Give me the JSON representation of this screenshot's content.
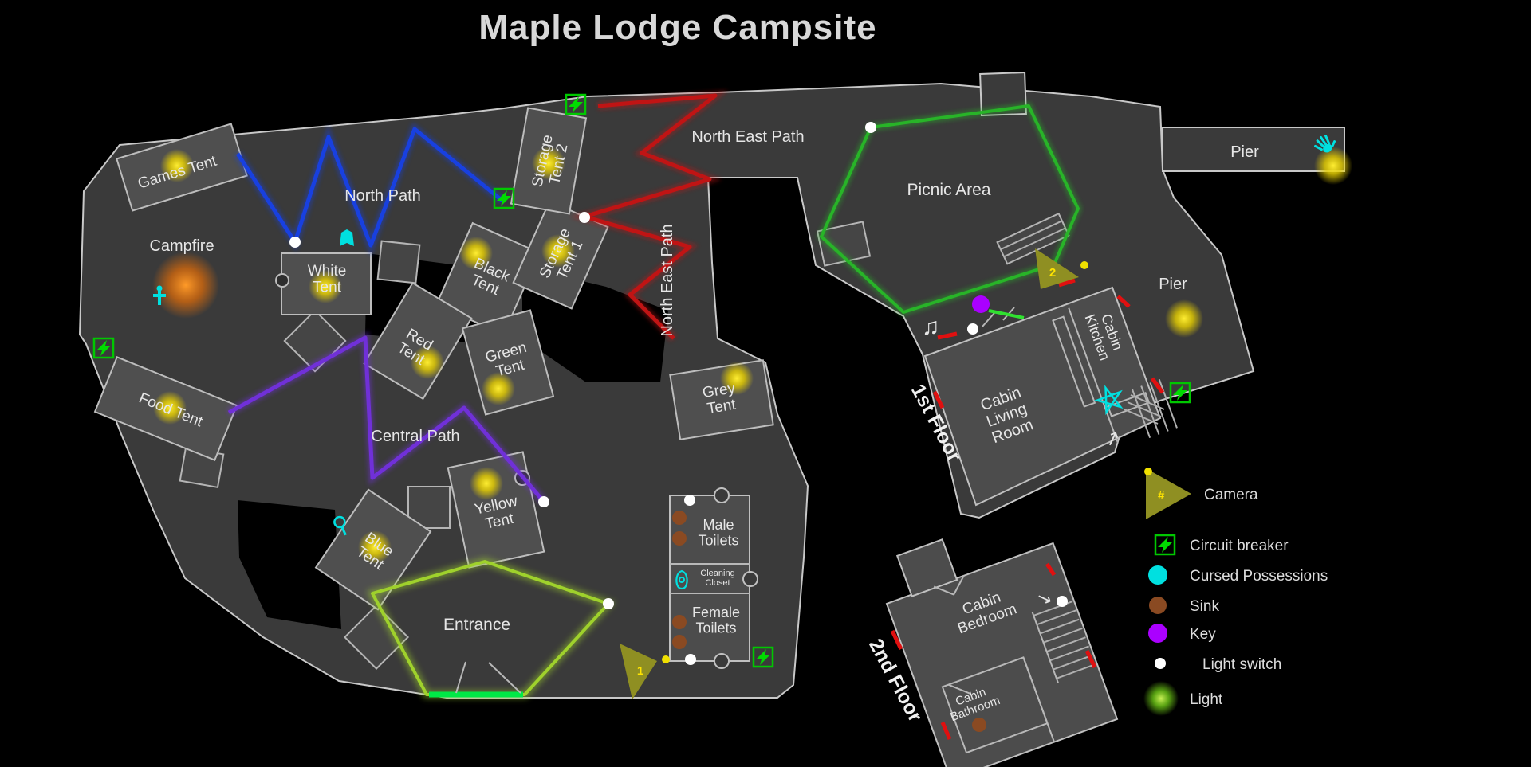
{
  "title": "Maple Lodge Campsite",
  "labels": {
    "games_tent": "Games Tent",
    "campfire": "Campfire",
    "north_path": "North Path",
    "central_path": "Central Path",
    "north_east_path": "North East Path",
    "food_tent": "Food Tent",
    "entrance": "Entrance",
    "picnic_area": "Picnic Area",
    "pier": "Pier",
    "first_floor": "1st Floor",
    "second_floor": "2nd Floor"
  },
  "multiline": {
    "white_tent": [
      "White",
      "Tent"
    ],
    "black_tent": [
      "Black",
      "Tent"
    ],
    "storage_tent_1": [
      "Storage",
      "Tent 1"
    ],
    "storage_tent_2": [
      "Storage",
      "Tent 2"
    ],
    "red_tent": [
      "Red",
      "Tent"
    ],
    "green_tent": [
      "Green",
      "Tent"
    ],
    "grey_tent": [
      "Grey",
      "Tent"
    ],
    "yellow_tent": [
      "Yellow",
      "Tent"
    ],
    "blue_tent": [
      "Blue",
      "Tent"
    ],
    "male_toilets": [
      "Male",
      "Toilets"
    ],
    "cleaning_closet": [
      "Cleaning",
      "Closet"
    ],
    "female_toilets": [
      "Female",
      "Toilets"
    ],
    "cabin_kitchen": [
      "Cabin",
      "Kitchen"
    ],
    "cabin_living_room": [
      "Cabin",
      "Living",
      "Room"
    ],
    "cabin_bedroom": [
      "Cabin",
      "Bedroom"
    ],
    "cabin_bathroom": [
      "Cabin",
      "Bathroom"
    ]
  },
  "cameras": {
    "camera_1": "1",
    "camera_2": "2",
    "legend_symbol": "#"
  },
  "legend": {
    "items": [
      {
        "label": "Camera"
      },
      {
        "label": "Circuit breaker"
      },
      {
        "label": "Cursed Possessions"
      },
      {
        "label": "Sink"
      },
      {
        "label": "Key"
      },
      {
        "label": "Light switch"
      },
      {
        "label": "Light"
      }
    ]
  },
  "icons": {
    "music_box_glyph": "♫",
    "stairs_up_arrow": "↗",
    "stairs_down_arrow": "↘"
  },
  "colors": {
    "background": "#000000",
    "ground": "#3a3a3a",
    "outline": "#c8c8c8",
    "tent_fill": "#4f4f4f",
    "building_fill": "#4c4c4c",
    "path_blue": "#1840e0",
    "path_red": "#c01414",
    "path_purple": "#7030d8",
    "path_green": "#28b428",
    "entrance_glow_green": "#9fd12c",
    "entrance_door_green": "#00e846",
    "door_red": "#e01010",
    "camera_olive": "#8f8f22",
    "camera_number_yellow": "#ffe400",
    "cursed_cyan": "#00e0e0",
    "sink_brown": "#8a4a22",
    "key_purple": "#aa00ff",
    "light_switch_white": "#ffffff",
    "light_yellow": "#f0dc00",
    "light_green": "#6abf20",
    "campfire_orange": "#d06a10",
    "circuit_breaker_green": "#00c800",
    "text": "#e6e6e6"
  }
}
